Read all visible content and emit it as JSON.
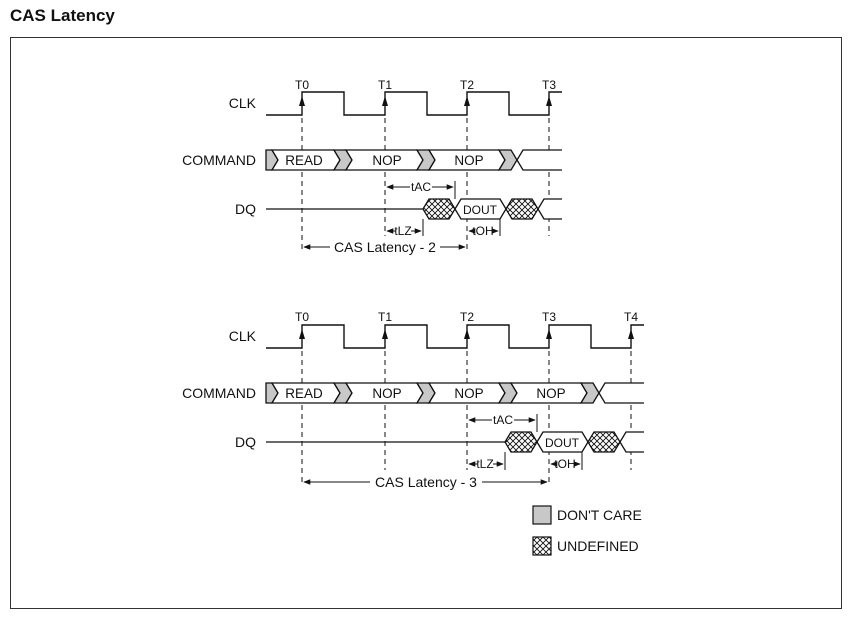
{
  "title": "CAS Latency",
  "colors": {
    "dont_care": "#c8c8c8",
    "line": "#111111",
    "undefined_fill": "#ffffff"
  },
  "signals": {
    "clk": "CLK",
    "command": "COMMAND",
    "dq": "DQ"
  },
  "diagram1": {
    "ticks": [
      "T0",
      "T1",
      "T2",
      "T3"
    ],
    "commands": [
      "READ",
      "NOP",
      "NOP"
    ],
    "dout": "DOUT",
    "tac": "tAC",
    "tlz": "tLZ",
    "toh": "tOH",
    "latency_label": "CAS Latency - 2"
  },
  "diagram2": {
    "ticks": [
      "T0",
      "T1",
      "T2",
      "T3",
      "T4"
    ],
    "commands": [
      "READ",
      "NOP",
      "NOP",
      "NOP"
    ],
    "dout": "DOUT",
    "tac": "tAC",
    "tlz": "tLZ",
    "toh": "tOH",
    "latency_label": "CAS Latency - 3"
  },
  "legend": {
    "dont_care": "DON'T CARE",
    "undefined": "UNDEFINED"
  }
}
